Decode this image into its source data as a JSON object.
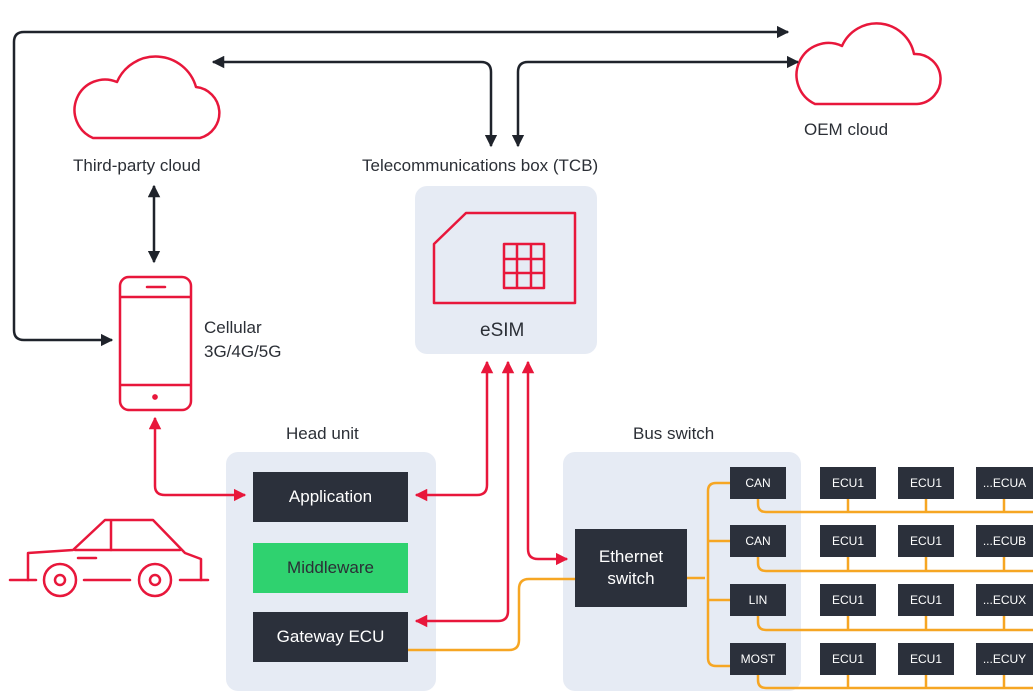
{
  "labels": {
    "third_party_cloud": "Third-party cloud",
    "oem_cloud": "OEM cloud",
    "tcb": "Telecommunications box (TCB)",
    "cellular_line1": "Cellular",
    "cellular_line2": "3G/4G/5G",
    "esim": "eSIM",
    "head_unit": "Head unit",
    "bus_switch": "Bus switch"
  },
  "head_unit": {
    "application": "Application",
    "middleware": "Middleware",
    "gateway_ecu": "Gateway ECU"
  },
  "bus_switch": {
    "ethernet_line1": "Ethernet",
    "ethernet_line2": "switch",
    "buses": [
      "CAN",
      "CAN",
      "LIN",
      "MOST"
    ]
  },
  "ecu_rows": [
    [
      "ECU1",
      "ECU1",
      "...ECUA"
    ],
    [
      "ECU1",
      "ECU1",
      "...ECUB"
    ],
    [
      "ECU1",
      "ECU1",
      "...ECUX"
    ],
    [
      "ECU1",
      "ECU1",
      "...ECUY"
    ]
  ],
  "colors": {
    "accent_red": "#e8173b",
    "dark_box": "#2b303b",
    "panel": "#e6ebf4",
    "middleware_green": "#2fd26f",
    "bus_orange": "#f6a623",
    "arrow_black": "#1f232b"
  },
  "icons": [
    "cloud-icon",
    "smartphone-icon",
    "sim-card-icon",
    "car-icon"
  ]
}
